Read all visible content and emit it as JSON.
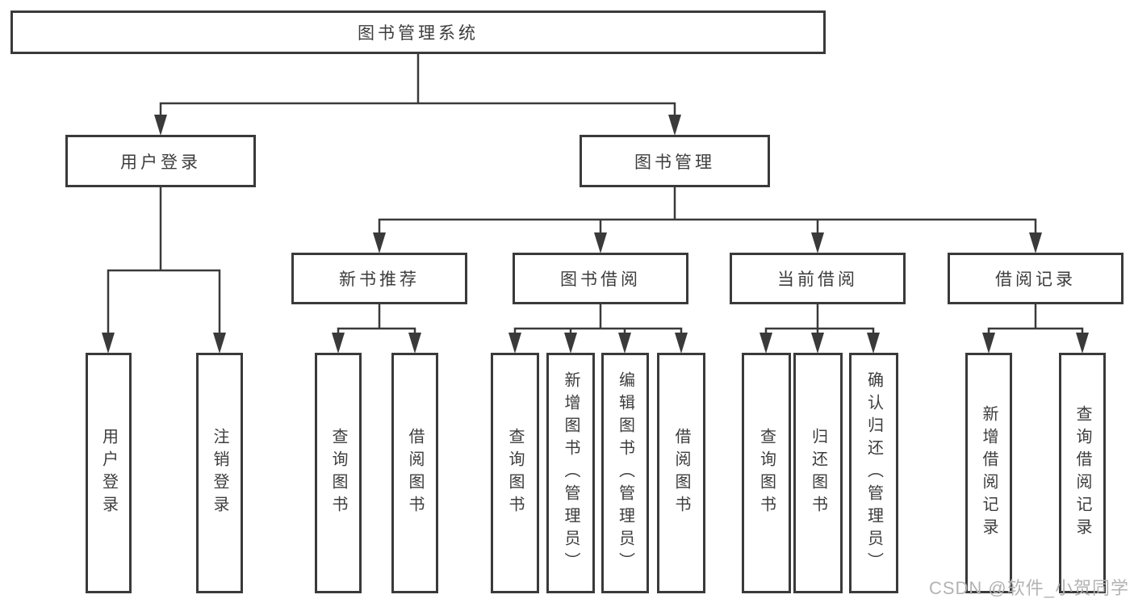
{
  "tree": {
    "label": "图书管理系统",
    "children": [
      {
        "label": "用户登录",
        "children": [
          {
            "label": "用户登录"
          },
          {
            "label": "注销登录"
          }
        ]
      },
      {
        "label": "图书管理",
        "children": [
          {
            "label": "新书推荐",
            "children": [
              {
                "label": "查询图书"
              },
              {
                "label": "借阅图书"
              }
            ]
          },
          {
            "label": "图书借阅",
            "children": [
              {
                "label": "查询图书"
              },
              {
                "label": "新增图书（管理员）"
              },
              {
                "label": "编辑图书（管理员）"
              },
              {
                "label": "借阅图书"
              }
            ]
          },
          {
            "label": "当前借阅",
            "children": [
              {
                "label": "查询图书"
              },
              {
                "label": "归还图书"
              },
              {
                "label": "确认归还（管理员）"
              }
            ]
          },
          {
            "label": "借阅记录",
            "children": [
              {
                "label": "新增借阅记录"
              },
              {
                "label": "查询借阅记录"
              }
            ]
          }
        ]
      }
    ]
  },
  "watermark": "CSDN @软件_小贺同学",
  "colors": {
    "line": "#3a3a3a",
    "text": "#3d3d3d",
    "watermark": "#b3b3b3",
    "background": "#ffffff"
  }
}
